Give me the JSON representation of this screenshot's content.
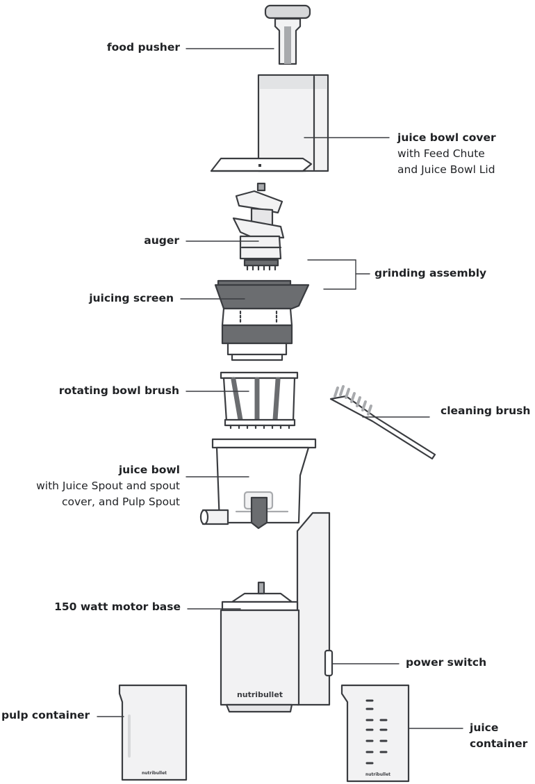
{
  "labels": {
    "food_pusher": {
      "title": "food pusher"
    },
    "juice_bowl_cover": {
      "title": "juice bowl cover",
      "sub1": "with Feed Chute",
      "sub2": "and Juice Bowl Lid"
    },
    "auger": {
      "title": "auger"
    },
    "grinding_assembly": {
      "title": "grinding assembly"
    },
    "juicing_screen": {
      "title": "juicing screen"
    },
    "rotating_bowl_brush": {
      "title": "rotating bowl brush"
    },
    "cleaning_brush": {
      "title": "cleaning brush"
    },
    "juice_bowl": {
      "title": "juice bowl",
      "sub1": "with Juice Spout and spout",
      "sub2": "cover, and Pulp Spout"
    },
    "motor_base": {
      "title": "150 watt motor base"
    },
    "power_switch": {
      "title": "power switch"
    },
    "pulp_container": {
      "title": "pulp container"
    },
    "juice_container": {
      "title": "juice",
      "title2": "container"
    }
  },
  "brand_marks": {
    "motor": "nutribullet",
    "pulp": "nutribullet",
    "juice": "nutribullet"
  },
  "colors": {
    "outline": "#3a3c40",
    "body_fill": "#f2f2f3",
    "dark_part": "#6b6d70",
    "mid_part": "#a8aaad",
    "white": "#ffffff"
  }
}
